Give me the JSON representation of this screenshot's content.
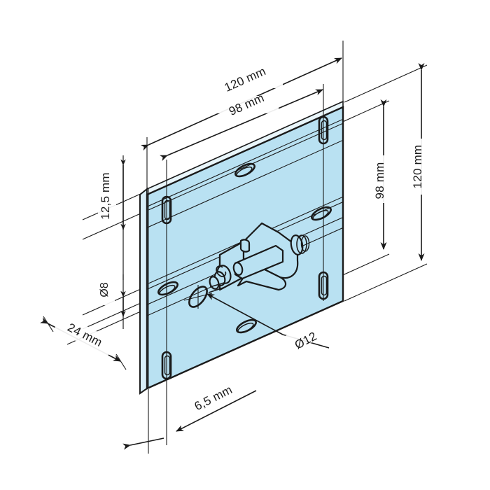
{
  "drawing": {
    "title": "Mounting plate with clevis bracket – isometric dimensioned drawing",
    "type": "technical-drawing",
    "projection": "isometric",
    "background_color": "#ffffff",
    "plate_fill_color": "#b9e1f2",
    "plate_edge_color": "#7fc4dd",
    "line_color": "#1a1a1a",
    "dimension_color": "#1a1a1a"
  },
  "dimensions": {
    "top_outer": "120 mm",
    "top_inner": "98 mm",
    "right_outer": "120 mm",
    "right_inner": "98 mm",
    "left_upper": "12,5 mm",
    "left_hole": "Ø8",
    "left_lower": "24 mm",
    "bottom": "6,5 mm",
    "hole_callout": "Ø12"
  },
  "labels": [
    {
      "id": "dim-120-top",
      "text": "120 mm",
      "axis": "width-overall"
    },
    {
      "id": "dim-98-top",
      "text": "98 mm",
      "axis": "width-hole-spacing"
    },
    {
      "id": "dim-120-right",
      "text": "120 mm",
      "axis": "height-overall"
    },
    {
      "id": "dim-98-right",
      "text": "98 mm",
      "axis": "height-hole-spacing"
    },
    {
      "id": "dim-125-left",
      "text": "12,5 mm",
      "axis": "edge-to-slot"
    },
    {
      "id": "dim-d8-left",
      "text": "Ø8",
      "axis": "slot-width"
    },
    {
      "id": "dim-24-left",
      "text": "24 mm",
      "axis": "slot-offset"
    },
    {
      "id": "dim-65-bottom",
      "text": "6,5 mm",
      "axis": "plate-thickness-zone"
    },
    {
      "id": "dim-d12",
      "text": "Ø12",
      "axis": "center-hole-diameter"
    }
  ],
  "features": {
    "plate": {
      "name": "mounting-plate",
      "shape": "square",
      "size_mm": 120
    },
    "corner_slots": 4,
    "oval_holes": 4,
    "center_hole": {
      "name": "center-hole",
      "diameter": "Ø12"
    },
    "bracket": {
      "name": "clevis-bracket",
      "mounted": true
    }
  }
}
